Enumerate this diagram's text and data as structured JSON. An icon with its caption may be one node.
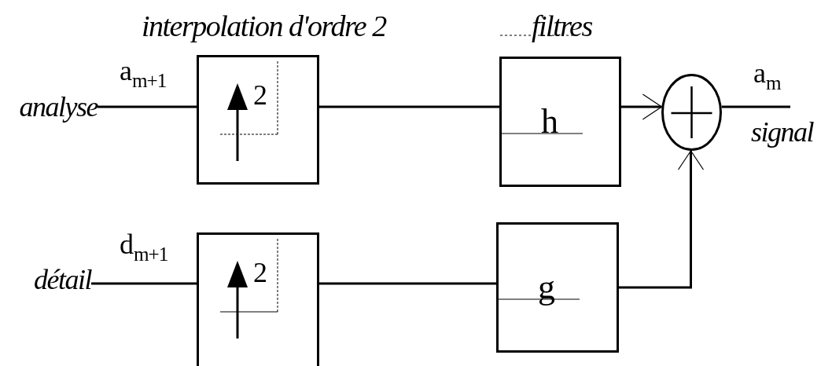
{
  "diagram": {
    "nodes": [
      {
        "text": [
          "analyse"
        ]
      },
      {
        "text": [
          "2"
        ]
      },
      {
        "text": [
          "h"
        ]
      },
      {
        "text": [],
        "shape": "circle"
      },
      {
        "text": [
          "détail"
        ]
      },
      {
        "text": [
          "2"
        ]
      },
      {
        "text": [
          "g"
        ]
      }
    ],
    "edges": [
      {
        "from": 0,
        "to": 1,
        "arrow": "none"
      },
      {
        "from": 1,
        "to": 2,
        "arrow": "none"
      },
      {
        "from": 2,
        "to": 3,
        "arrow": "to"
      },
      {
        "from": 3,
        "to": null,
        "arrow": "none"
      },
      {
        "from": 4,
        "to": 5,
        "arrow": "none"
      },
      {
        "from": 5,
        "to": 6,
        "arrow": "none"
      },
      {
        "from": 6,
        "to": 3,
        "arrow": "to"
      }
    ],
    "labels": [
      "interpolation d'ordre 2",
      "filtres",
      "a$_{m+1}$",
      "a$_{m}$",
      "signal",
      "d$_{m+1}$"
    ]
  }
}
